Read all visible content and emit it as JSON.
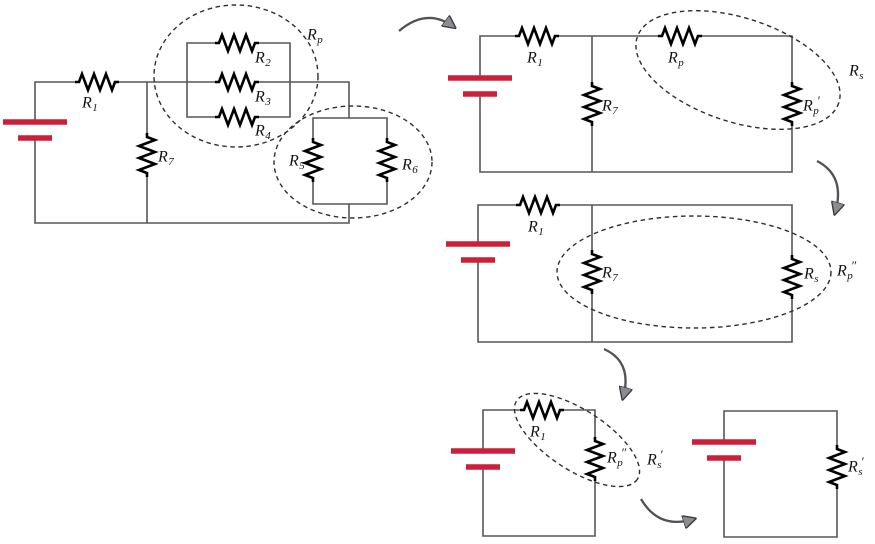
{
  "figure": {
    "type": "circuit-reduction-diagram",
    "stages": [
      {
        "id": "original",
        "resistors": [
          "R1",
          "R2",
          "R3",
          "R4",
          "R5",
          "R6",
          "R7"
        ],
        "groups": [
          {
            "label": "Rp",
            "around": [
              "R2",
              "R3",
              "R4"
            ],
            "relation": "parallel"
          },
          {
            "label": "",
            "around": [
              "R5",
              "R6"
            ],
            "relation": "parallel"
          }
        ],
        "battery": true
      },
      {
        "id": "stage-2",
        "resistors": [
          "R1",
          "R7",
          "Rp",
          "Rp′"
        ],
        "groups": [
          {
            "label": "Rs",
            "around": [
              "Rp",
              "Rp′"
            ],
            "relation": "series"
          }
        ],
        "battery": true
      },
      {
        "id": "stage-3",
        "resistors": [
          "R1",
          "R7",
          "Rs"
        ],
        "groups": [
          {
            "label": "Rp″",
            "around": [
              "R7",
              "Rs"
            ],
            "relation": "parallel"
          }
        ],
        "battery": true
      },
      {
        "id": "stage-4",
        "resistors": [
          "R1",
          "Rp″"
        ],
        "groups": [
          {
            "label": "Rs′",
            "around": [
              "R1",
              "Rp″"
            ],
            "relation": "series"
          }
        ],
        "battery": true
      },
      {
        "id": "final",
        "resistors": [
          "Rs′"
        ],
        "groups": [],
        "battery": true
      }
    ],
    "flow_arrows": [
      {
        "from": "original",
        "to": "stage-2"
      },
      {
        "from": "stage-2",
        "to": "stage-3"
      },
      {
        "from": "stage-3",
        "to": "stage-4"
      },
      {
        "from": "stage-4",
        "to": "final"
      }
    ]
  },
  "labels": {
    "r1": {
      "base": "R",
      "sub": "1",
      "prime": ""
    },
    "r2": {
      "base": "R",
      "sub": "2",
      "prime": ""
    },
    "r3": {
      "base": "R",
      "sub": "3",
      "prime": ""
    },
    "r4": {
      "base": "R",
      "sub": "4",
      "prime": ""
    },
    "r5": {
      "base": "R",
      "sub": "5",
      "prime": ""
    },
    "r6": {
      "base": "R",
      "sub": "6",
      "prime": ""
    },
    "r7": {
      "base": "R",
      "sub": "7",
      "prime": ""
    },
    "rp": {
      "base": "R",
      "sub": "p",
      "prime": ""
    },
    "rp_prime": {
      "base": "R",
      "sub": "p",
      "prime": "′"
    },
    "rp_dblprime": {
      "base": "R",
      "sub": "p",
      "prime": "″"
    },
    "rs": {
      "base": "R",
      "sub": "s",
      "prime": ""
    },
    "rs_prime": {
      "base": "R",
      "sub": "s",
      "prime": "′"
    }
  },
  "colors": {
    "battery_red": "#ce1f3a",
    "wire_gray": "#55565a",
    "resistor_black": "#000000",
    "dashed_gray": "#2e2e2e",
    "arrow_gray": "#515156",
    "background": "#ffffff"
  }
}
